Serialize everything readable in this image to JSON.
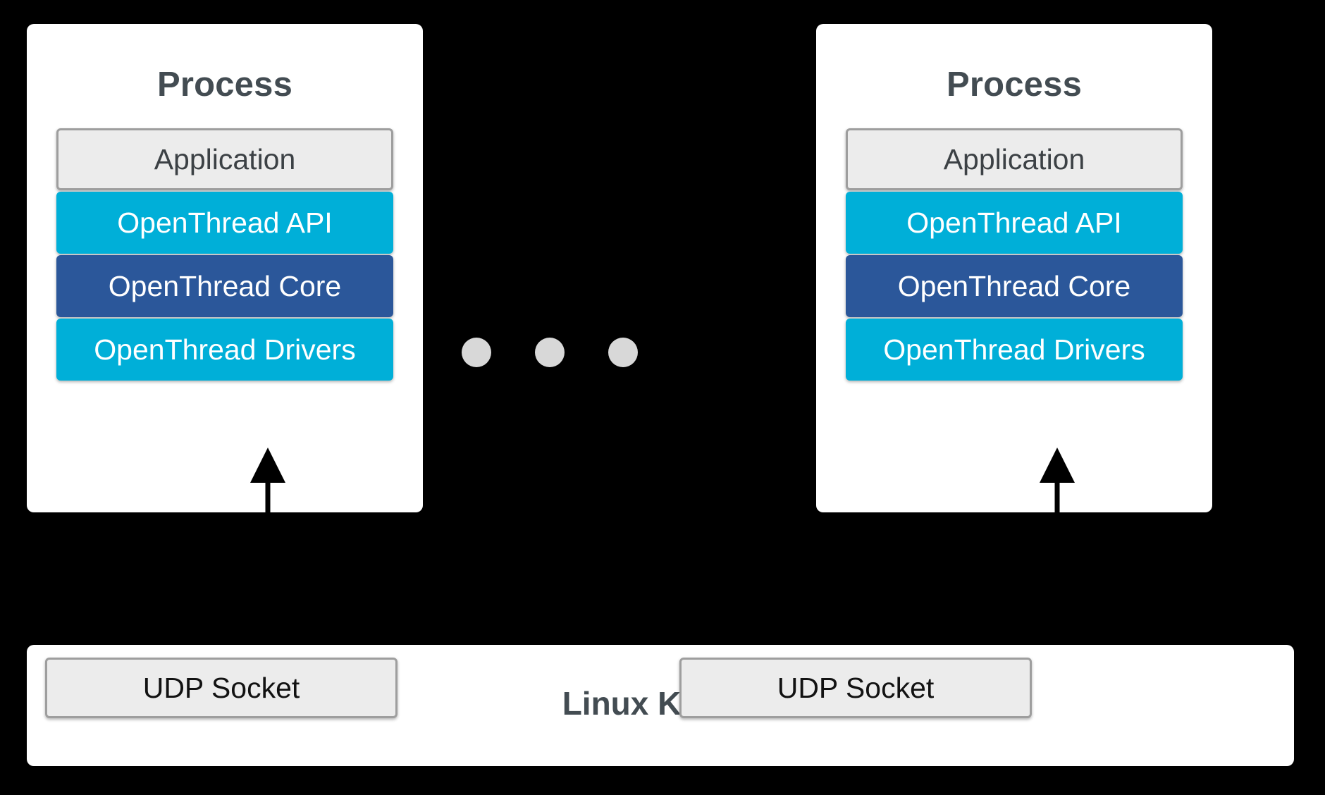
{
  "diagram": {
    "background_color": "#000000",
    "processes": [
      {
        "title": "Process",
        "layers": [
          {
            "label": "Application",
            "color": "#ECECEC",
            "text_color": "#3C4145"
          },
          {
            "label": "OpenThread API",
            "color": "#00AFD8",
            "text_color": "#FFFFFF"
          },
          {
            "label": "OpenThread Core",
            "color": "#2B579A",
            "text_color": "#FFFFFF"
          },
          {
            "label": "OpenThread Drivers",
            "color": "#00AFD8",
            "text_color": "#FFFFFF"
          }
        ]
      },
      {
        "title": "Process",
        "layers": [
          {
            "label": "Application",
            "color": "#ECECEC",
            "text_color": "#3C4145"
          },
          {
            "label": "OpenThread API",
            "color": "#00AFD8",
            "text_color": "#FFFFFF"
          },
          {
            "label": "OpenThread Core",
            "color": "#2B579A",
            "text_color": "#FFFFFF"
          },
          {
            "label": "OpenThread Drivers",
            "color": "#00AFD8",
            "text_color": "#FFFFFF"
          }
        ]
      }
    ],
    "ellipsis": {
      "dot_count": 3,
      "dot_color": "#D8D8D8"
    },
    "arrows": [
      {
        "direction": "up",
        "from": "Linux Kernel",
        "to": "OpenThread Drivers"
      },
      {
        "direction": "up",
        "from": "Linux Kernel",
        "to": "OpenThread Drivers"
      }
    ],
    "kernel": {
      "title": "Linux Kernel",
      "title_color": "#434C52",
      "sockets": [
        {
          "label": "UDP Socket"
        },
        {
          "label": "UDP Socket"
        }
      ]
    }
  }
}
